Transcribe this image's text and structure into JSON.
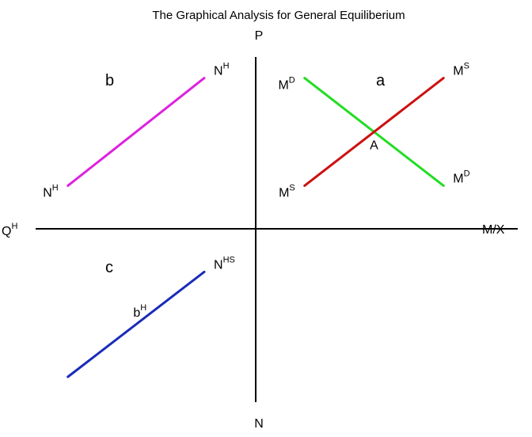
{
  "title": "The Graphical Analysis for General Equiliberium",
  "axes": {
    "up": "P",
    "down": "N",
    "left": {
      "base": "Q",
      "sup": "H"
    },
    "right": "M/X"
  },
  "quadrants": {
    "a": "a",
    "b": "b",
    "c": "c"
  },
  "colors": {
    "axis": "#000000",
    "md": "#22dd22",
    "ms": "#cc1111",
    "nh": "#dd22dd",
    "nhs": "#1a2bb8"
  },
  "lines": [
    {
      "id": "md",
      "color_key": "md",
      "points": [
        [
          1.9,
          5.6
        ],
        [
          7.3,
          1.6
        ]
      ],
      "labels": [
        {
          "base": "M",
          "sup": "D",
          "at": [
            1.9,
            5.6
          ],
          "side": "left"
        },
        {
          "base": "M",
          "sup": "D",
          "at": [
            7.3,
            1.6
          ],
          "side": "right"
        }
      ]
    },
    {
      "id": "ms",
      "color_key": "ms",
      "points": [
        [
          1.9,
          1.6
        ],
        [
          7.3,
          5.6
        ]
      ],
      "labels": [
        {
          "base": "M",
          "sup": "S",
          "at": [
            1.9,
            1.6
          ],
          "side": "left"
        },
        {
          "base": "M",
          "sup": "S",
          "at": [
            7.3,
            5.6
          ],
          "side": "right"
        }
      ]
    },
    {
      "id": "nh",
      "color_key": "nh",
      "points": [
        [
          -7.3,
          1.6
        ],
        [
          -2.0,
          5.6
        ]
      ],
      "labels": [
        {
          "base": "N",
          "sup": "H",
          "at": [
            -7.3,
            1.6
          ],
          "side": "left"
        },
        {
          "base": "N",
          "sup": "H",
          "at": [
            -2.0,
            5.6
          ],
          "side": "right"
        }
      ]
    },
    {
      "id": "nhs",
      "color_key": "nhs",
      "points": [
        [
          -7.3,
          -5.5
        ],
        [
          -2.0,
          -1.6
        ]
      ],
      "labels": [
        {
          "base": "N",
          "sup": "HS",
          "at": [
            -2.0,
            -1.6
          ],
          "side": "right"
        },
        {
          "base": "b",
          "sup": "H",
          "at": [
            -4.5,
            -3.5
          ],
          "side": "above"
        }
      ]
    }
  ],
  "points": [
    {
      "label": "A",
      "at": [
        4.6,
        3.6
      ]
    }
  ]
}
